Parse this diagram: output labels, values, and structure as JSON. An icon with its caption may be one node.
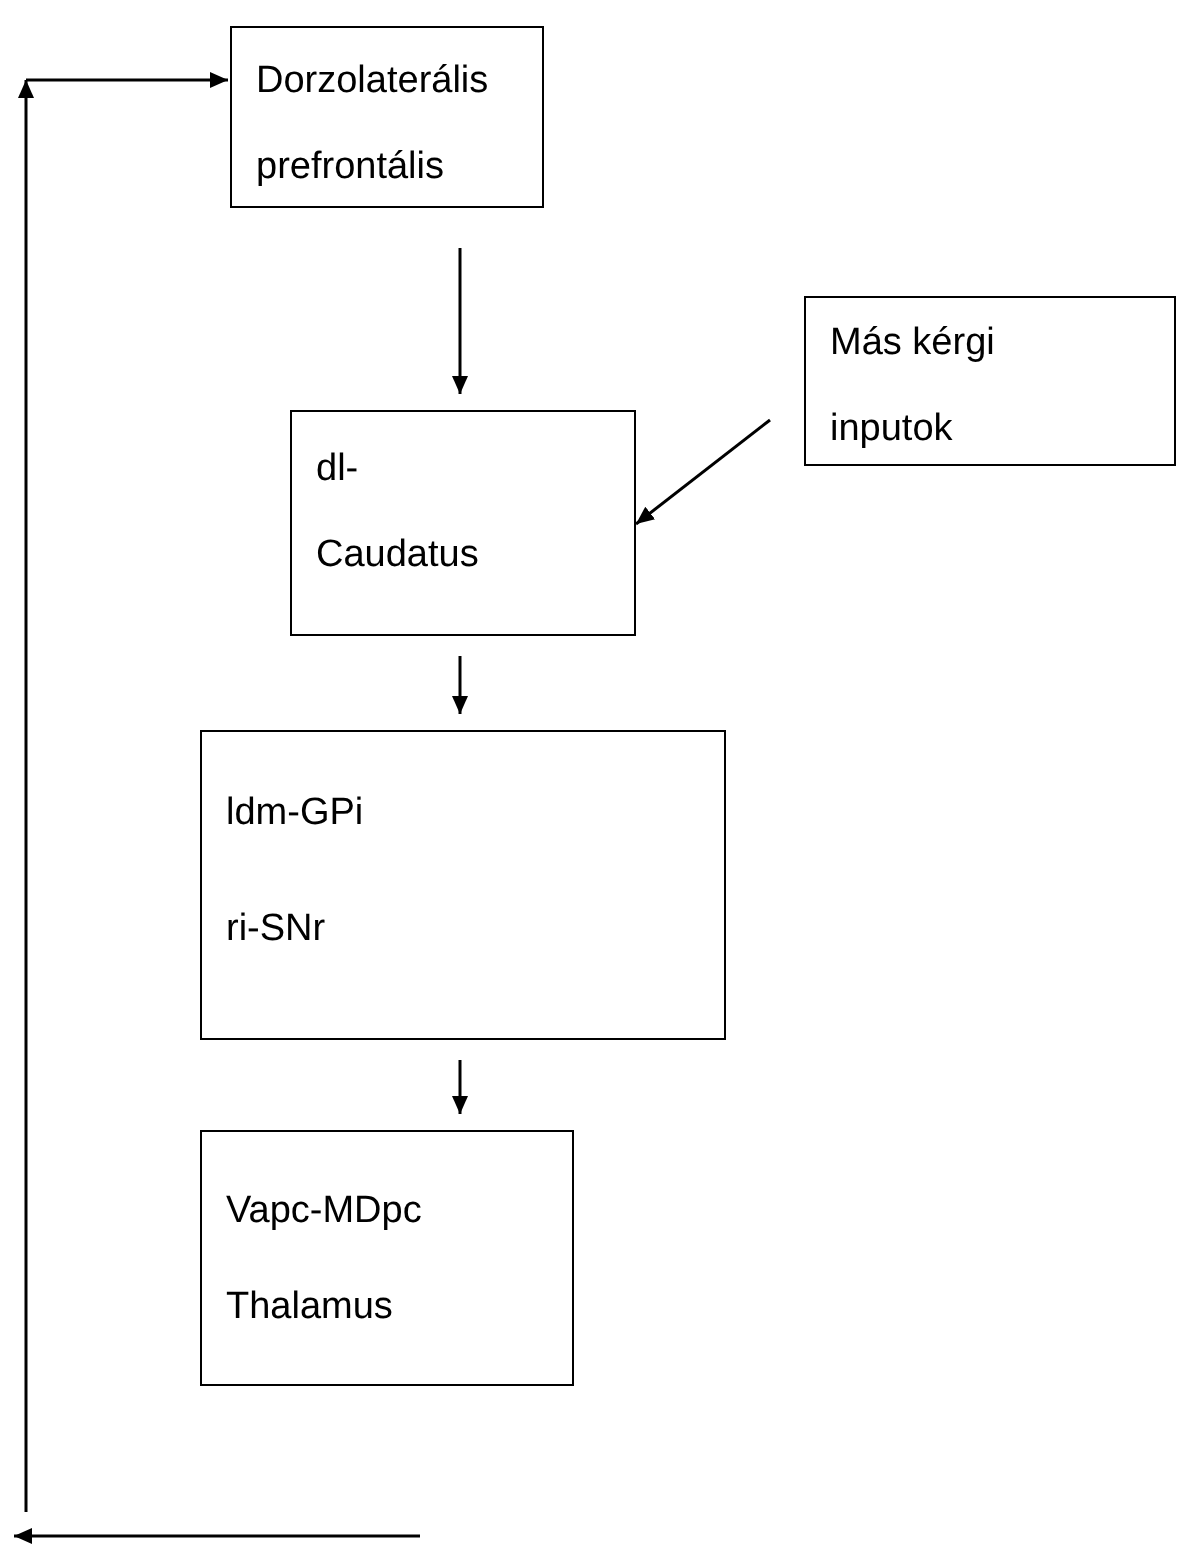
{
  "diagram": {
    "nodes": [
      {
        "text": [
          "Dorzolaterális prefrontális"
        ]
      },
      {
        "text": [
          "Más kérgi inputok"
        ]
      },
      {
        "text": [
          "dl- Caudatus"
        ]
      },
      {
        "text": [
          "ldm-GPi",
          "ri-SNr"
        ]
      },
      {
        "text": [
          "Vapc-MDpc",
          "Thalamus"
        ]
      }
    ],
    "edges": [
      {
        "from": 0,
        "to": 2,
        "arrow": "to"
      },
      {
        "from": 1,
        "to": 2,
        "arrow": "to"
      },
      {
        "from": 2,
        "to": 3,
        "arrow": "to"
      },
      {
        "from": 3,
        "to": 4,
        "arrow": "to"
      },
      {
        "from": null,
        "to": 0,
        "arrow": "to"
      }
    ]
  }
}
